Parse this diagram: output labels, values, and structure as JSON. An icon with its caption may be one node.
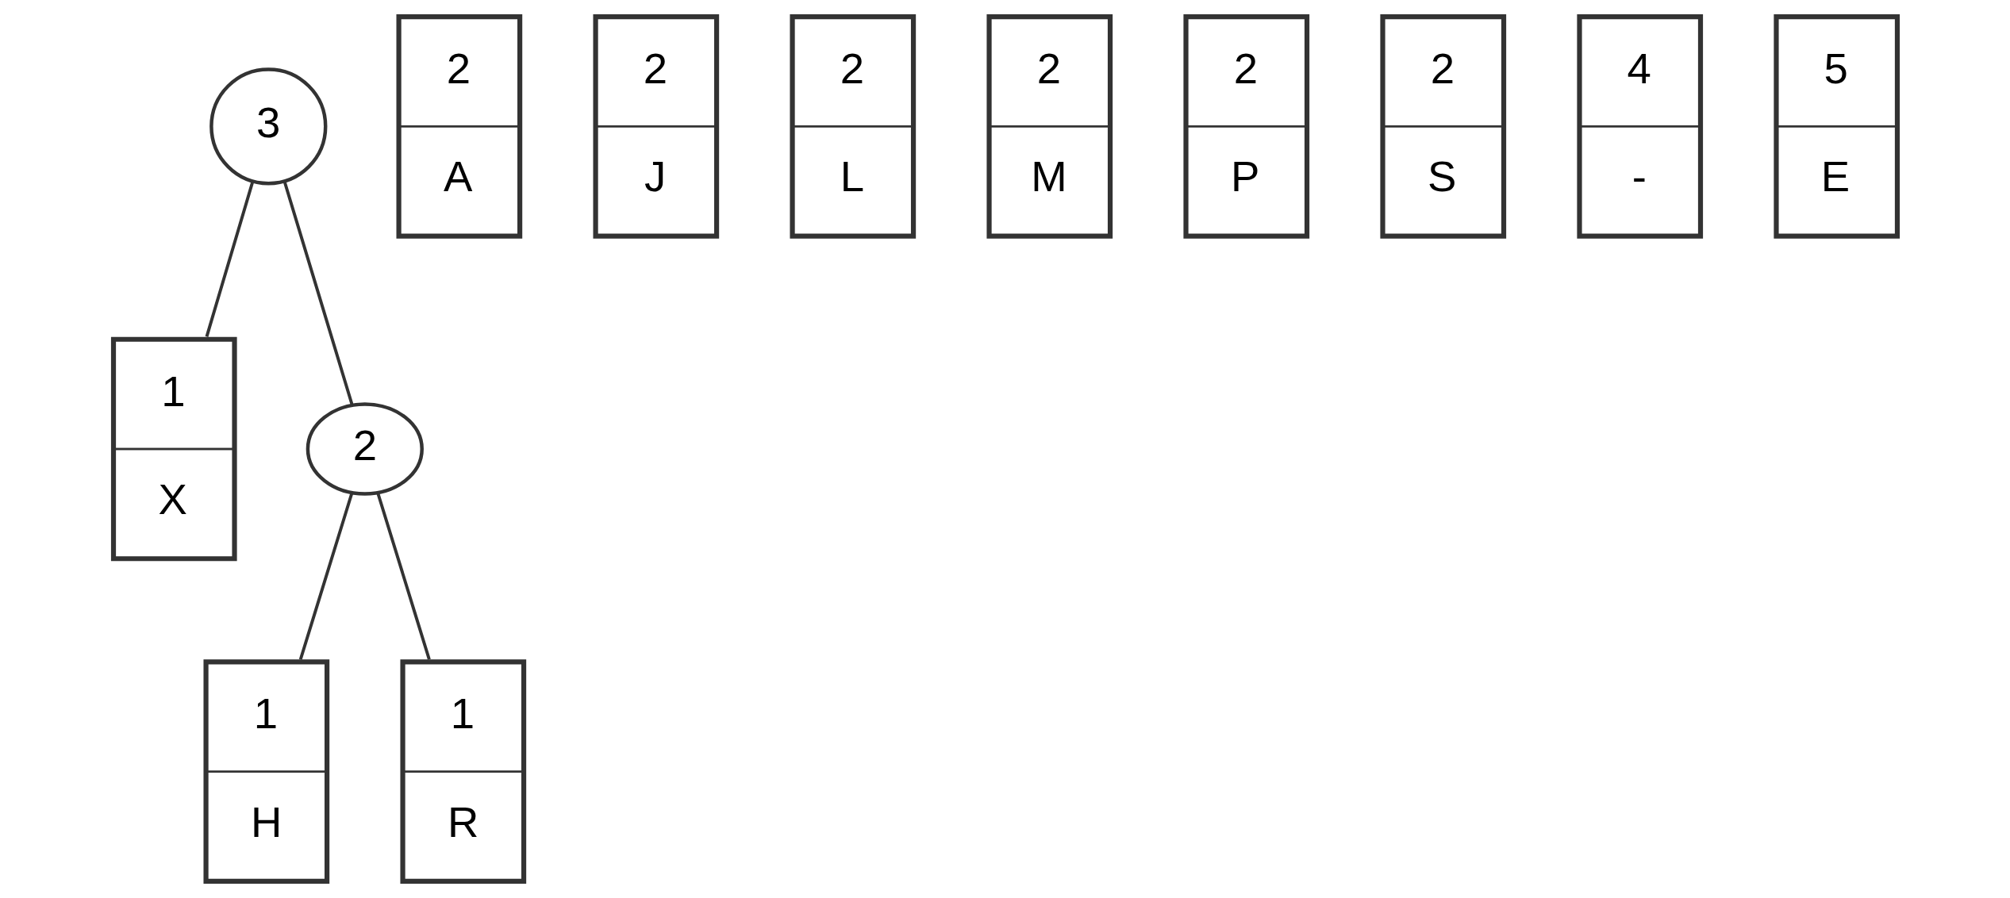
{
  "diagram": {
    "nodes": [
      {
        "text": [
          "3"
        ]
      },
      {
        "text": [
          "1",
          "X"
        ]
      },
      {
        "text": [
          "2"
        ]
      },
      {
        "text": [
          "1",
          "H"
        ]
      },
      {
        "text": [
          "1",
          "R"
        ]
      },
      {
        "text": [
          "2",
          "A"
        ]
      },
      {
        "text": [
          "2",
          "J"
        ]
      },
      {
        "text": [
          "2",
          "L"
        ]
      },
      {
        "text": [
          "2",
          "M"
        ]
      },
      {
        "text": [
          "2",
          "P"
        ]
      },
      {
        "text": [
          "2",
          "S"
        ]
      },
      {
        "text": [
          "4",
          "-"
        ]
      },
      {
        "text": [
          "5",
          "E"
        ]
      }
    ],
    "edges": [
      {
        "from": 0,
        "to": 1,
        "arrow": "none"
      },
      {
        "from": 0,
        "to": 2,
        "arrow": "none"
      },
      {
        "from": 2,
        "to": 3,
        "arrow": "none"
      },
      {
        "from": 2,
        "to": 4,
        "arrow": "none"
      }
    ]
  }
}
